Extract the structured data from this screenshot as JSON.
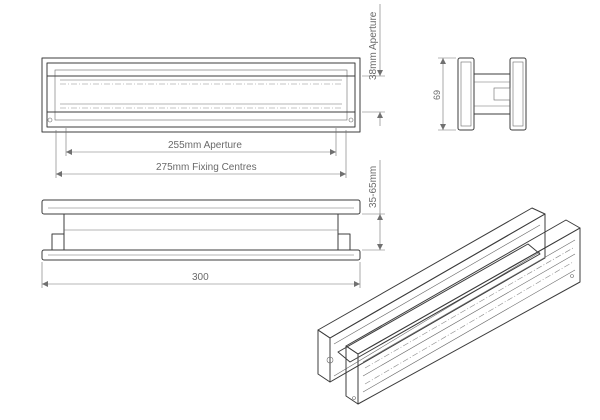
{
  "dimensions": {
    "aperture_height": "38mm Aperture",
    "aperture_width": "255mm Aperture",
    "fixing_centres": "275mm Fixing Centres",
    "overall_height": "69",
    "door_thickness": "35-65mm",
    "overall_length": "300"
  }
}
